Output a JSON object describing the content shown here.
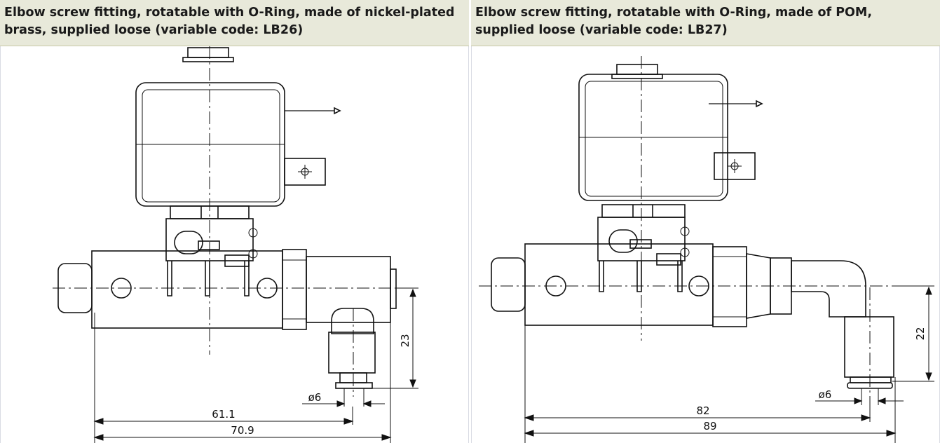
{
  "panels": [
    {
      "title_line1": "Elbow screw fitting, rotatable with O-Ring, made of nickel-plated",
      "title_line2": "brass, supplied loose (variable code: LB26)",
      "dims": {
        "height": "23",
        "diameter": "ø6",
        "len_short": "61.1",
        "len_long": "70.9"
      }
    },
    {
      "title_line1": "Elbow screw fitting, rotatable with O-Ring, made of POM,",
      "title_line2": "supplied loose (variable code: LB27)",
      "dims": {
        "height": "22",
        "diameter": "ø6",
        "len_short": "82",
        "len_long": "89"
      }
    }
  ],
  "colors": {
    "header_bg": "#e8e9da",
    "line": "#111111",
    "border": "#d9dbe3"
  }
}
